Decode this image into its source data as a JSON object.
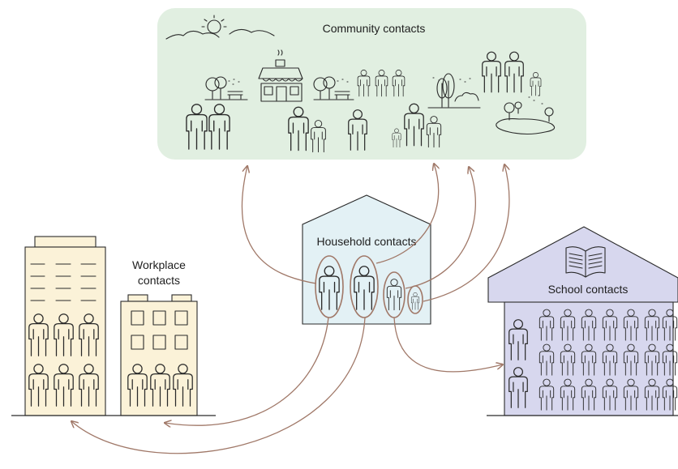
{
  "labels": {
    "community": "Community contacts",
    "household": "Household contacts",
    "workplace_line1": "Workplace",
    "workplace_line2": "contacts",
    "school": "School contacts"
  },
  "colors": {
    "community_fill": "#e1efe1",
    "household_fill": "#e3f1f5",
    "workplace_fill": "#fbf2d8",
    "school_fill": "#d7d7ee",
    "arrow": "#a07868",
    "line": "#2a2a2a"
  },
  "icons": [
    "sun-icon",
    "cloud-icon",
    "cafe-icon",
    "tree-icon",
    "bench-icon",
    "park-icon",
    "pond-icon",
    "open-book-icon",
    "person-icon"
  ]
}
